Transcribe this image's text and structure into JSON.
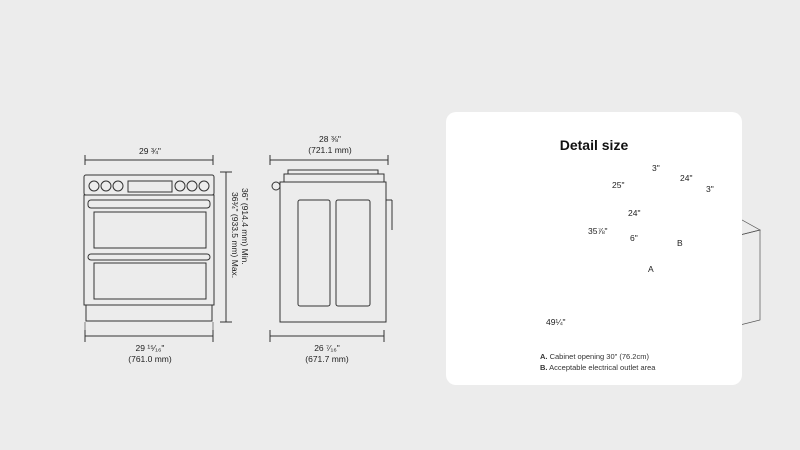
{
  "front_view": {
    "width_top": "29 ¾\"",
    "width_bottom_in": "29 ¹⁵⁄₁₆\"",
    "width_bottom_mm": "(761.0 mm)",
    "height_min": "36\" (914.4 mm) Min.",
    "height_max": "36¾\" (933.5 mm) Max."
  },
  "side_view": {
    "depth_top_in": "28 ⅜\"",
    "depth_top_mm": "(721.1 mm)",
    "depth_bottom_in": "26 ⁷⁄₁₆\"",
    "depth_bottom_mm": "(671.7 mm)"
  },
  "detail": {
    "title": "Detail size",
    "dims": {
      "d3a": "3\"",
      "d25": "25\"",
      "d24a": "24\"",
      "d3b": "3\"",
      "d24b": "24\"",
      "d35": "35⅞\"",
      "d6": "6\"",
      "dB": "B",
      "dA": "A",
      "d49": "49¼\""
    },
    "notes": [
      {
        "key": "A.",
        "text": " Cabinet opening 30\" (76.2cm)"
      },
      {
        "key": "B.",
        "text": " Acceptable electrical outlet area"
      }
    ]
  },
  "colors": {
    "background": "#ececec",
    "card": "#ffffff",
    "line": "#333333"
  }
}
